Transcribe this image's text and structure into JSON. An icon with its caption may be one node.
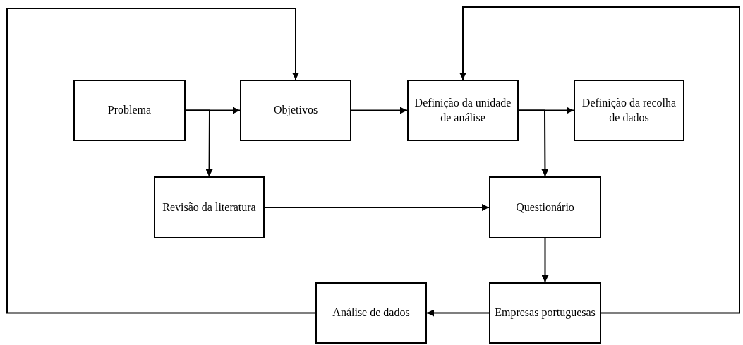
{
  "diagram": {
    "nodes": [
      {
        "text": [
          "Problema"
        ]
      },
      {
        "text": [
          "Objetivos"
        ]
      },
      {
        "text": [
          "Definição da unidade de análise"
        ]
      },
      {
        "text": [
          "Definição da recolha de dados"
        ]
      },
      {
        "text": [
          "Revisão da literatura"
        ]
      },
      {
        "text": [
          "Questionário"
        ]
      },
      {
        "text": [
          "Empresas portuguesas"
        ]
      },
      {
        "text": [
          "Análise de dados"
        ]
      }
    ],
    "edges": [
      {
        "from": 0,
        "to": 1,
        "arrow": "to"
      },
      {
        "from": 0,
        "to": 4,
        "arrow": "to"
      },
      {
        "from": 1,
        "to": 2,
        "arrow": "to"
      },
      {
        "from": 2,
        "to": 3,
        "arrow": "to"
      },
      {
        "from": 2,
        "to": 5,
        "arrow": "to"
      },
      {
        "from": 4,
        "to": 5,
        "arrow": "to"
      },
      {
        "from": 5,
        "to": 6,
        "arrow": "to"
      },
      {
        "from": 6,
        "to": 7,
        "arrow": "to"
      },
      {
        "from": 7,
        "to": 1,
        "arrow": "to"
      },
      {
        "from": 6,
        "to": 2,
        "arrow": "to"
      }
    ]
  }
}
